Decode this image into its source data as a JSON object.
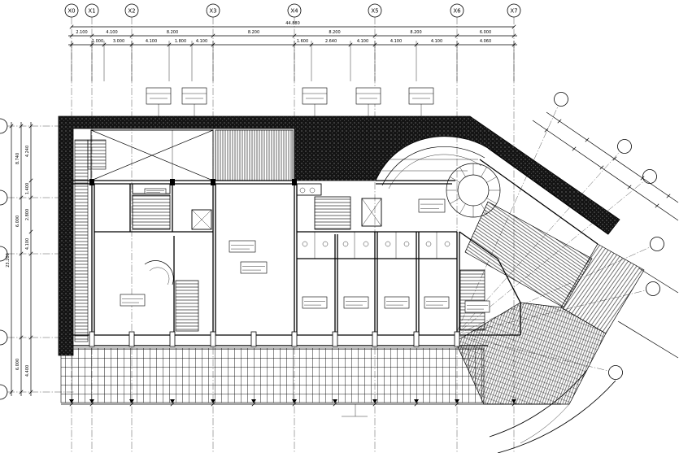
{
  "grid": {
    "columns": [
      "X0",
      "X1",
      "X2",
      "X3",
      "X4",
      "X5",
      "X6",
      "X7"
    ]
  },
  "dimensions": {
    "overall": "44.880",
    "top_row_1": [
      "2.100",
      "4.100",
      "8.200",
      "8.200",
      "8.200",
      "8.200",
      "6.000"
    ],
    "top_row_2": [
      "1.000",
      "3.000",
      "4.100",
      "1.800",
      "4.100",
      "1.600",
      "2.640",
      "4.100",
      "4.100",
      "4.100",
      "4.060"
    ],
    "left_overall": "23.200",
    "left_outer": [
      "8.740",
      "6.000",
      "6.000"
    ],
    "left_inner": [
      "4.240",
      "1.400",
      "2.800",
      "4.100",
      "4.400"
    ]
  },
  "colors": {
    "line": "#000000",
    "background": "#ffffff",
    "wall_fill": "#141414"
  }
}
